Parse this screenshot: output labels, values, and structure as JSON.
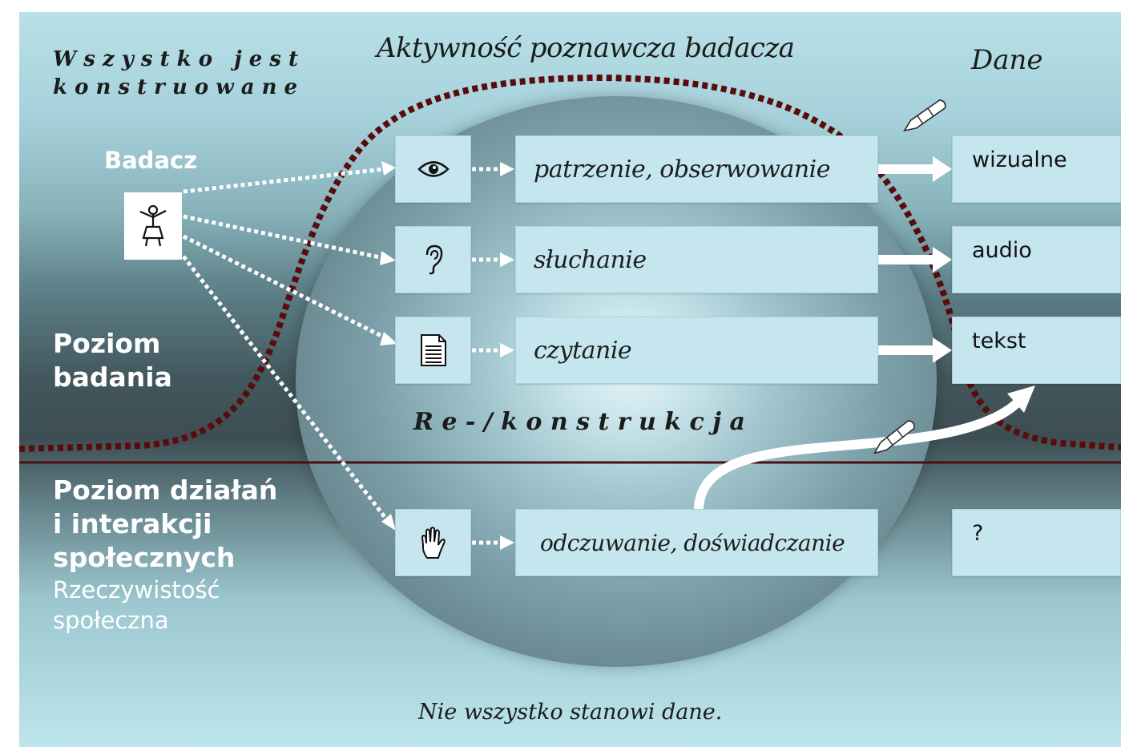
{
  "header": {
    "top_left": "W s z y s t k o   j e s t k o n s t r u o w a n e",
    "top_left_line1": "W s z y s t k o   j e s t",
    "top_left_line2": "k o n s t r u o w a n e",
    "center_title": "Aktywność poznawcza badacza",
    "right_title": "Dane"
  },
  "researcher": {
    "label": "Badacz",
    "icon": "stick-figure-icon"
  },
  "levels": {
    "research_line1": "Poziom",
    "research_line2": "badania",
    "action_line1": "Poziom działań",
    "action_line2": "i interakcji",
    "action_line3": "społecznych",
    "reality_line1": "Rzeczywistość",
    "reality_line2": "społeczna"
  },
  "activities": [
    {
      "icon": "eye-icon",
      "label": "patrzenie, obserwowanie",
      "data": "wizualne"
    },
    {
      "icon": "ear-icon",
      "label": "słuchanie",
      "data": "audio"
    },
    {
      "icon": "document-icon",
      "label": "czytanie",
      "data": "tekst"
    },
    {
      "icon": "hand-icon",
      "label": "odczuwanie, doświadczanie",
      "data": "?"
    }
  ],
  "reconstruction": "R e - / k o n s t r u k c j a",
  "footer": "Nie wszystko stanowi dane.",
  "colors": {
    "dotted_curve": "#5a0c0c",
    "divider": "#4a0e0e",
    "box_fill": "#c5e6ef",
    "arrow": "#ffffff"
  }
}
